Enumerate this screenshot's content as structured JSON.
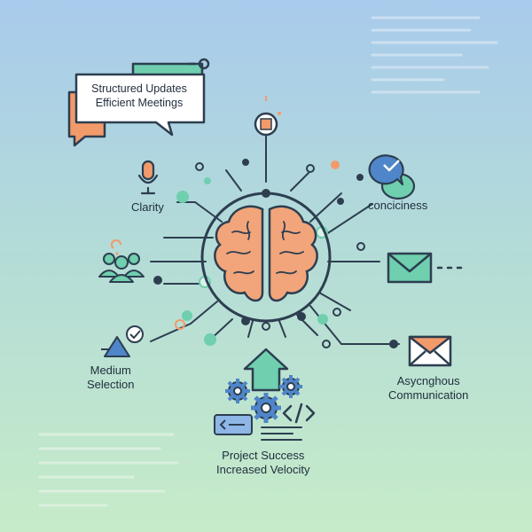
{
  "colors": {
    "ink": "#2d3e50",
    "brain": "#f2a57a",
    "teal": "#6fcfae",
    "orange": "#f39a6b",
    "blue": "#4f86c9"
  },
  "header_bubble": {
    "line1": "Structured Updates",
    "line2": "Efficient Meetings"
  },
  "nodes": {
    "clarity": "Clarity",
    "conciseness": "conciciness",
    "medium": {
      "line1": "Medium",
      "line2": "Selection"
    },
    "async": {
      "line1": "Asycnghous",
      "line2": "Communication"
    },
    "project": {
      "line1": "Project Success",
      "line2": "Increased Velocity"
    }
  },
  "icons": [
    "chat-bubbles-icon",
    "microphone-icon",
    "target-icon",
    "checkmark-chat-icon",
    "team-icon",
    "envelope-icon",
    "triangle-check-icon",
    "open-envelope-icon",
    "gears-icon",
    "code-icon",
    "up-arrow-icon",
    "brain-icon"
  ]
}
